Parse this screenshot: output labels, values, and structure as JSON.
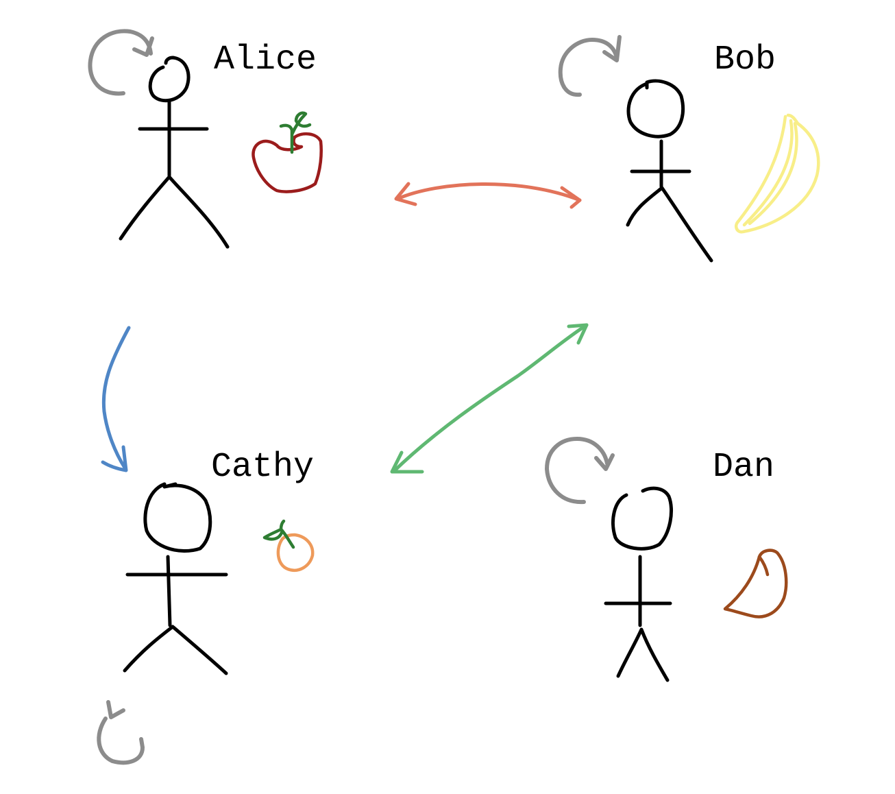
{
  "people": [
    {
      "id": "alice",
      "name": "Alice"
    },
    {
      "id": "bob",
      "name": "Bob"
    },
    {
      "id": "cathy",
      "name": "Cathy"
    },
    {
      "id": "dan",
      "name": "Dan"
    }
  ],
  "fruits": [
    {
      "owner": "alice",
      "icon": "apple-icon",
      "color": "#9b1c1c",
      "stem_color": "#2e7d32"
    },
    {
      "owner": "bob",
      "icon": "banana-icon",
      "color": "#f8ee88"
    },
    {
      "owner": "cathy",
      "icon": "orange-icon",
      "color": "#ee9a5a",
      "stem_color": "#2e7d32"
    },
    {
      "owner": "dan",
      "icon": "bread-icon",
      "color": "#9c4a1c"
    }
  ],
  "self_loops": [
    {
      "person": "alice",
      "icon": "self-loop-arrow-icon",
      "color": "#8c8c8c"
    },
    {
      "person": "bob",
      "icon": "self-loop-arrow-icon",
      "color": "#8c8c8c"
    },
    {
      "person": "cathy",
      "icon": "self-loop-arrow-icon",
      "color": "#8c8c8c"
    },
    {
      "person": "dan",
      "icon": "self-loop-arrow-icon",
      "color": "#8c8c8c"
    }
  ],
  "relations": [
    {
      "from": "alice",
      "to": "bob",
      "direction": "bidirectional",
      "color": "#e2735a"
    },
    {
      "from": "alice",
      "to": "cathy",
      "direction": "one-way",
      "color": "#4f86c6"
    },
    {
      "from": "cathy",
      "to": "bob",
      "direction": "bidirectional",
      "color": "#5fb872"
    }
  ]
}
